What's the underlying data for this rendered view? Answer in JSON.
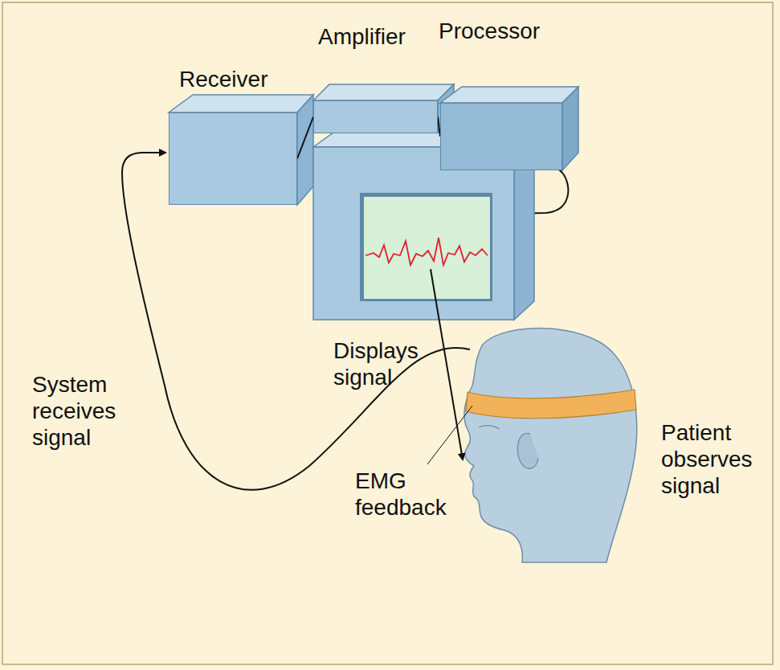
{
  "diagram": {
    "nodes": [
      {
        "text": [
          "Receiver"
        ]
      },
      {
        "text": [
          "Amplifier"
        ]
      },
      {
        "text": [
          "Processor"
        ]
      }
    ],
    "edges": [
      {
        "from": 0,
        "to": 1,
        "arrow": "none"
      },
      {
        "from": 1,
        "to": 2,
        "arrow": "none"
      }
    ],
    "labels": [
      "Displays signal",
      "System receives signal",
      "EMG feedback",
      "Patient observes signal"
    ]
  }
}
